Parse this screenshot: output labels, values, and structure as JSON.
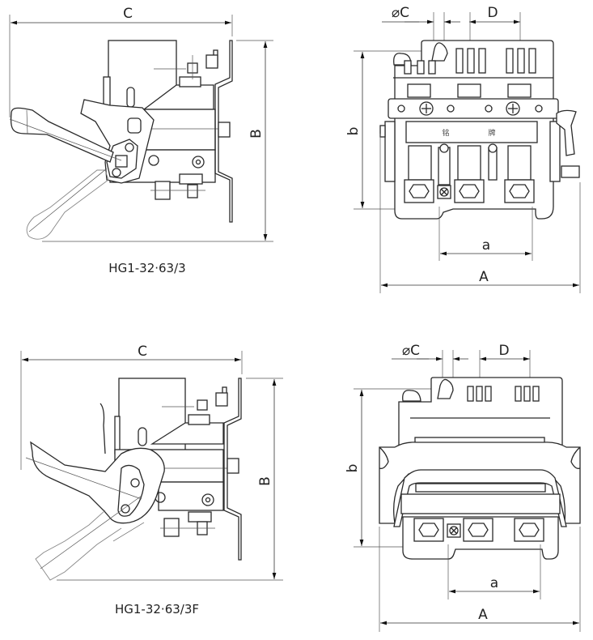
{
  "figure": {
    "views": [
      {
        "id": "side-view-3",
        "caption": "HG1-32·63/3",
        "dimensions": {
          "width_label": "C",
          "height_label": "B"
        }
      },
      {
        "id": "front-view-3",
        "dimensions": {
          "hole_diameter_label": "⌀C",
          "pitch_label": "D",
          "height_label": "b",
          "mounting_spacing_label": "a",
          "overall_width_label": "A"
        },
        "nameplate": {
          "left_char": "铭",
          "right_char": "牌"
        }
      },
      {
        "id": "side-view-3F",
        "caption": "HG1-32·63/3F",
        "dimensions": {
          "width_label": "C",
          "height_label": "B"
        }
      },
      {
        "id": "front-view-3F",
        "dimensions": {
          "hole_diameter_label": "⌀C",
          "pitch_label": "D",
          "height_label": "b",
          "mounting_spacing_label": "a",
          "overall_width_label": "A"
        }
      }
    ]
  }
}
